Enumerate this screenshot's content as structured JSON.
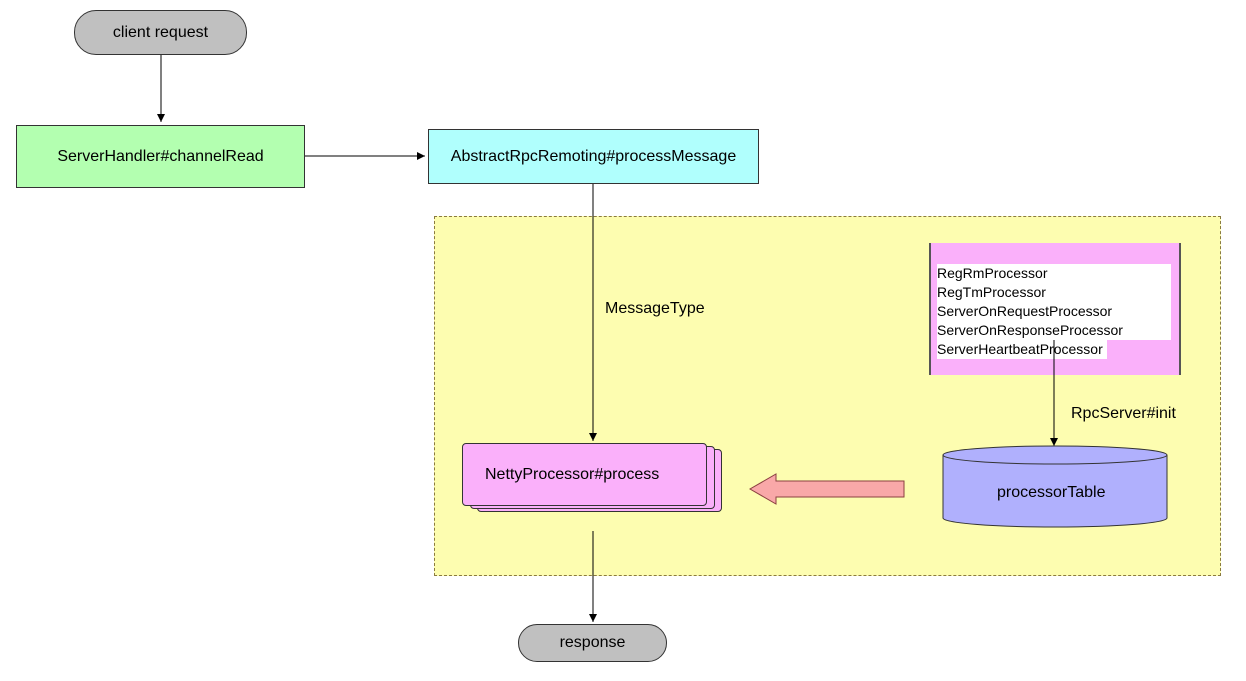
{
  "nodes": {
    "client_request": "client request",
    "server_handler": "ServerHandler#channelRead",
    "abstract_rpc": "AbstractRpcRemoting#processMessage",
    "netty_processor": "NettyProcessor#process",
    "processor_table": "processorTable",
    "response": "response"
  },
  "edge_labels": {
    "message_type": "MessageType",
    "rpc_server_init": "RpcServer#init"
  },
  "processor_list": [
    "RegRmProcessor",
    "RegTmProcessor",
    "ServerOnRequestProcessor",
    "ServerOnResponseProcessor",
    "ServerHeartbeatProcessor"
  ],
  "colors": {
    "terminal": "#c0c0c0",
    "handler": "#b3ffb0",
    "remoting": "#b0fffd",
    "container": "#fdfdb0",
    "processor": "#fab0fa",
    "table": "#b0b0fd",
    "arrow_fill": "#f9a8a8"
  }
}
